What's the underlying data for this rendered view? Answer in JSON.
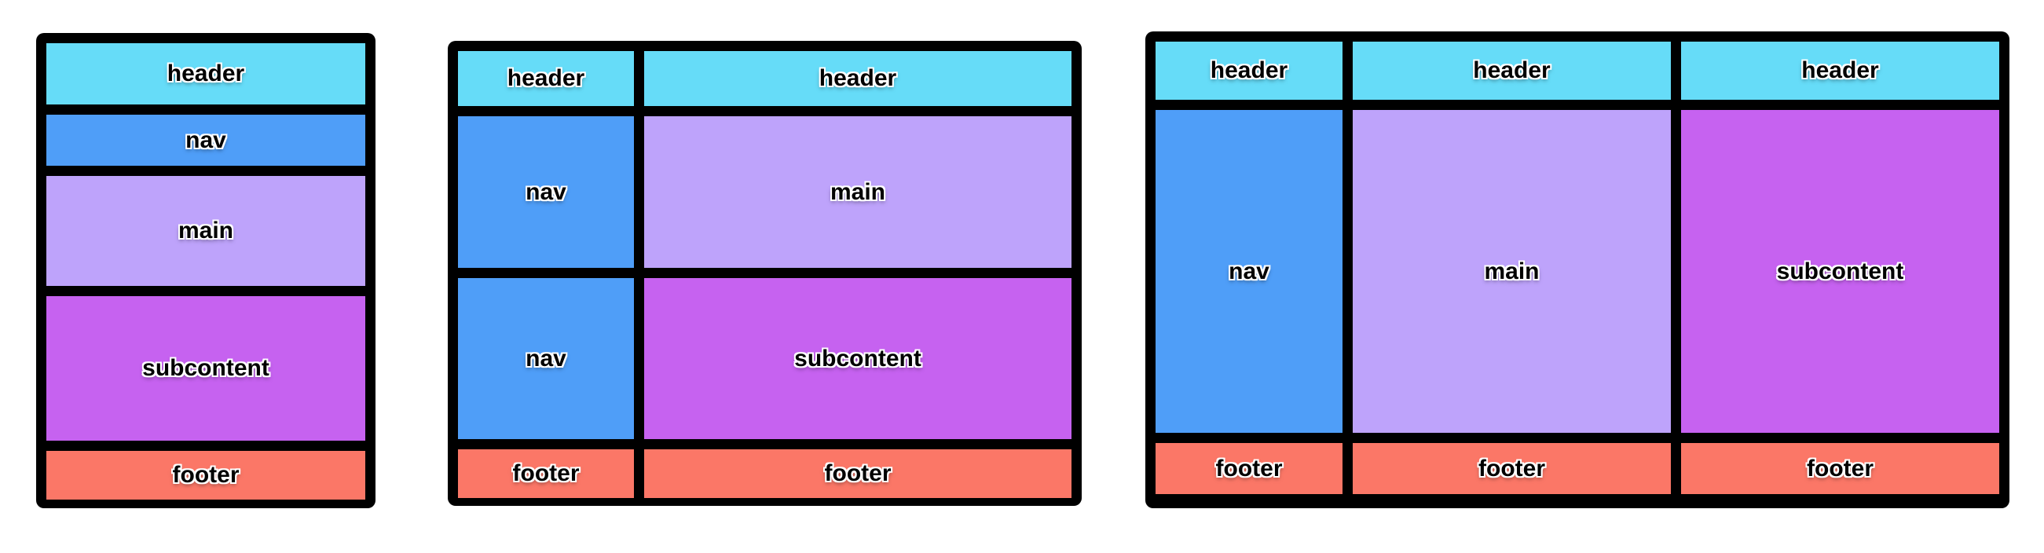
{
  "colors": {
    "header": "#66dcf8",
    "nav": "#4f9ef8",
    "main": "#bea3fb",
    "subcontent": "#c662f0",
    "footer": "#fb7767",
    "border": "#000000"
  },
  "layouts": [
    {
      "cells": [
        {
          "area": "header",
          "label": "header"
        },
        {
          "area": "nav",
          "label": "nav"
        },
        {
          "area": "main",
          "label": "main"
        },
        {
          "area": "subcontent",
          "label": "subcontent"
        },
        {
          "area": "footer",
          "label": "footer"
        }
      ]
    },
    {
      "cells": [
        {
          "area": "header",
          "label": "header"
        },
        {
          "area": "header",
          "label": "header"
        },
        {
          "area": "nav",
          "label": "nav"
        },
        {
          "area": "main",
          "label": "main"
        },
        {
          "area": "nav",
          "label": "nav"
        },
        {
          "area": "subcontent",
          "label": "subcontent"
        },
        {
          "area": "footer",
          "label": "footer"
        },
        {
          "area": "footer",
          "label": "footer"
        }
      ]
    },
    {
      "cells": [
        {
          "area": "header",
          "label": "header"
        },
        {
          "area": "header",
          "label": "header"
        },
        {
          "area": "header",
          "label": "header"
        },
        {
          "area": "nav",
          "label": "nav"
        },
        {
          "area": "main",
          "label": "main"
        },
        {
          "area": "subcontent",
          "label": "subcontent"
        },
        {
          "area": "footer",
          "label": "footer"
        },
        {
          "area": "footer",
          "label": "footer"
        },
        {
          "area": "footer",
          "label": "footer"
        }
      ]
    }
  ]
}
